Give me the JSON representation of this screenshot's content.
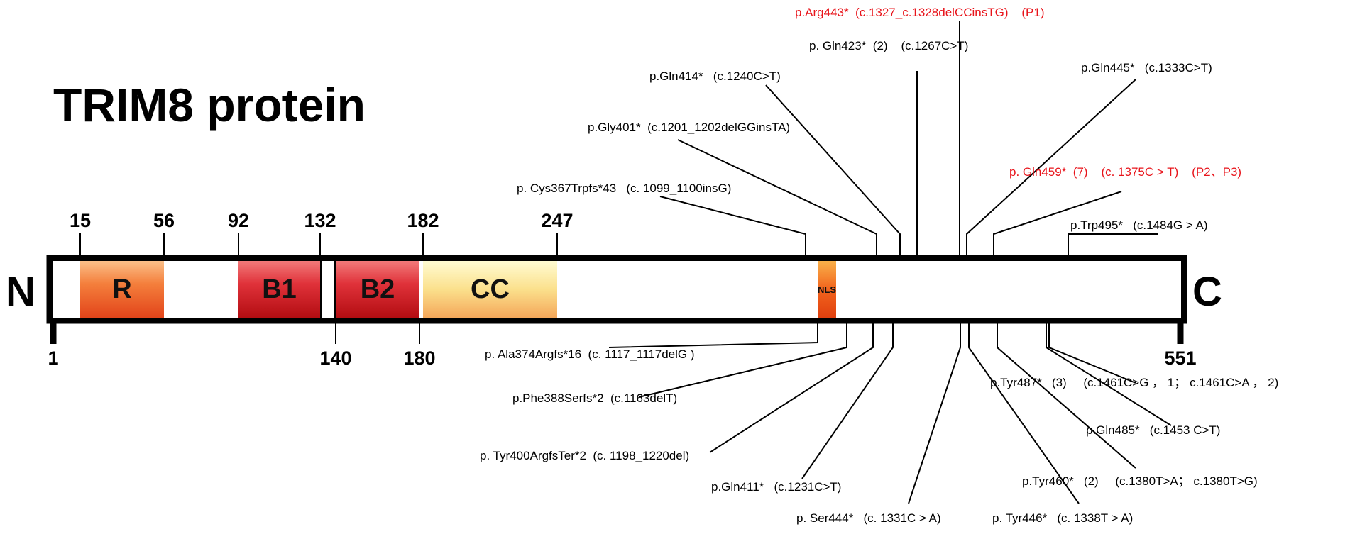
{
  "title": "TRIM8 protein",
  "n_terminus": "N",
  "c_terminus": "C",
  "top_numbers": [
    "15",
    "56",
    "92",
    "132",
    "182",
    "247"
  ],
  "bottom_numbers": [
    "1",
    "140",
    "180",
    "551"
  ],
  "domains": [
    "R",
    "B1",
    "B2",
    "CC",
    "NLS"
  ],
  "colors": {
    "red_text": "#e8141b",
    "domain_R": "#f06a2a",
    "domain_B": "#d41f25",
    "domain_CC": "#fbe08c",
    "domain_NLS": "#f2641d"
  },
  "mutations_top": [
    "p.Arg443*  (c.1327_c.1328delCCinsTG)    (P1)",
    "p. Gln423*  (2)    (c.1267C>T)",
    "p.Gln414*   (c.1240C>T)",
    "p.Gln445*   (c.1333C>T)",
    "p.Gly401*  (c.1201_1202delGGinsTA)",
    "p. Gln459*  (7)    (c. 1375C > T)    (P2、P3)",
    "p. Cys367Trpfs*43   (c. 1099_1100insG)",
    "p.Trp495*   (c.1484G > A)"
  ],
  "mutations_bottom": [
    "p. Ala374Argfs*16  (c. 1117_1117delG )",
    "p.Phe388Serfs*2  (c.1163delT)",
    "p. Tyr400ArgfsTer*2  (c. 1198_1220del)",
    "p.Gln411*   (c.1231C>T)",
    "p. Ser444*   (c. 1331C > A)",
    "p. Tyr446*   (c. 1338T > A)",
    "p.Tyr460*   (2)     (c.1380T>A； c.1380T>G)",
    "p.Gln485*   (c.1453 C>T)",
    "p.Tyr487*   (3)     (c.1461C>G ， 1； c.1461C>A ， 2)"
  ]
}
